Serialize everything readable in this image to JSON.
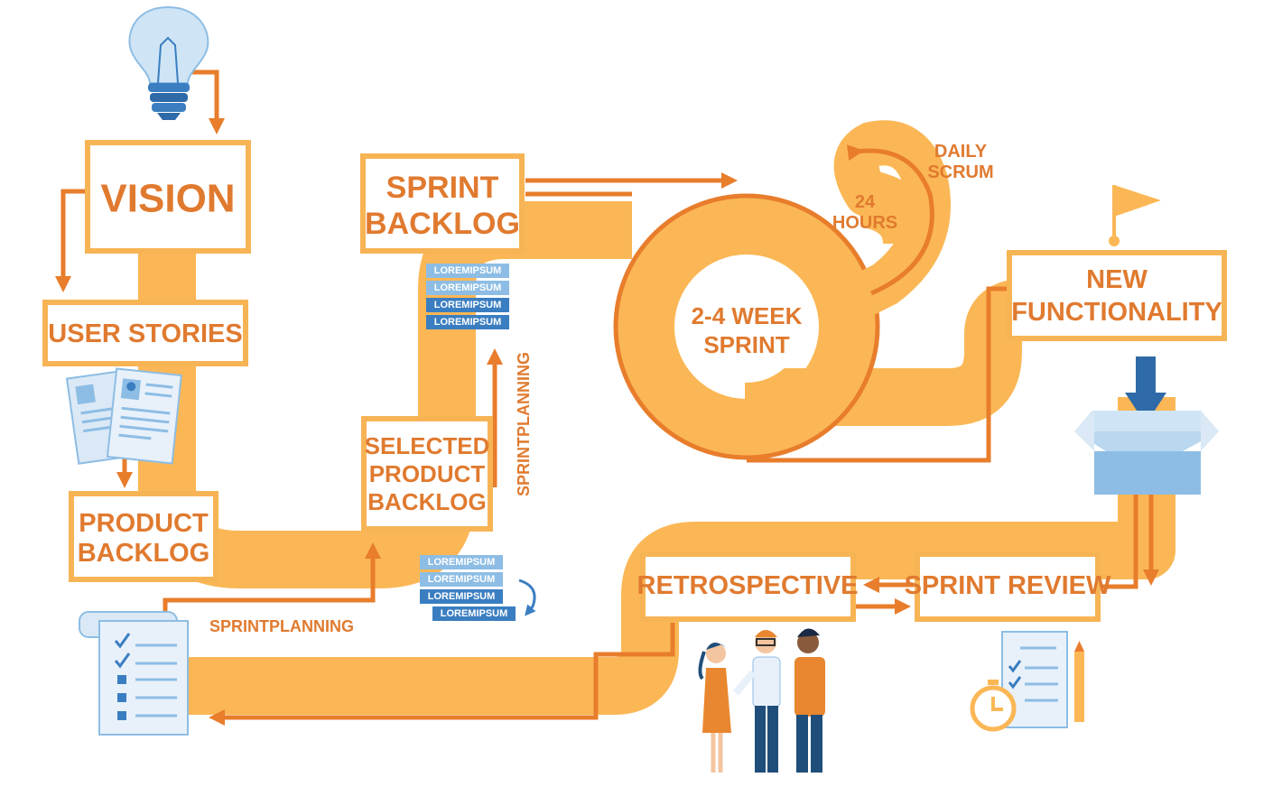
{
  "colors": {
    "path": "#fbb755",
    "accent": "#e87d2c",
    "text": "#e07a2f",
    "blue": "#3a7ec1",
    "light_blue": "#8dbde4"
  },
  "labels": {
    "vision": "VISION",
    "user_stories": "USER STORIES",
    "product_backlog": [
      "PRODUCT",
      "BACKLOG"
    ],
    "sprint_backlog": [
      "SPRINT",
      "BACKLOG"
    ],
    "selected_product_backlog": [
      "SELECTED",
      "PRODUCT",
      "BACKLOG"
    ],
    "sprint_planning_vertical": "SPRINTPLANNING",
    "sprint_planning_horizontal": "SPRINTPLANNING",
    "sprint": [
      "2-4 WEEK",
      "SPRINT"
    ],
    "hours": [
      "24",
      "HOURS"
    ],
    "daily_scrum": [
      "DAILY",
      "SCRUM"
    ],
    "new_functionality": [
      "NEW",
      "FUNCTIONALITY"
    ],
    "retrospective": "RETROSPECTIVE",
    "sprint_review": "SPRINT REVIEW"
  },
  "stack_top": [
    "LOREMIPSUM",
    "LOREMIPSUM",
    "LOREMIPSUM",
    "LOREMIPSUM"
  ],
  "stack_bottom": [
    "LOREMIPSUM",
    "LOREMIPSUM",
    "LOREMIPSUM",
    "LOREMIPSUM"
  ],
  "icons": [
    "light-bulb-icon",
    "user-profile-documents-icon",
    "checklist-icon",
    "open-box-icon",
    "flag-icon",
    "stopwatch-icon",
    "pencil-icon",
    "team-people-icon",
    "refresh-arrow-icon"
  ]
}
